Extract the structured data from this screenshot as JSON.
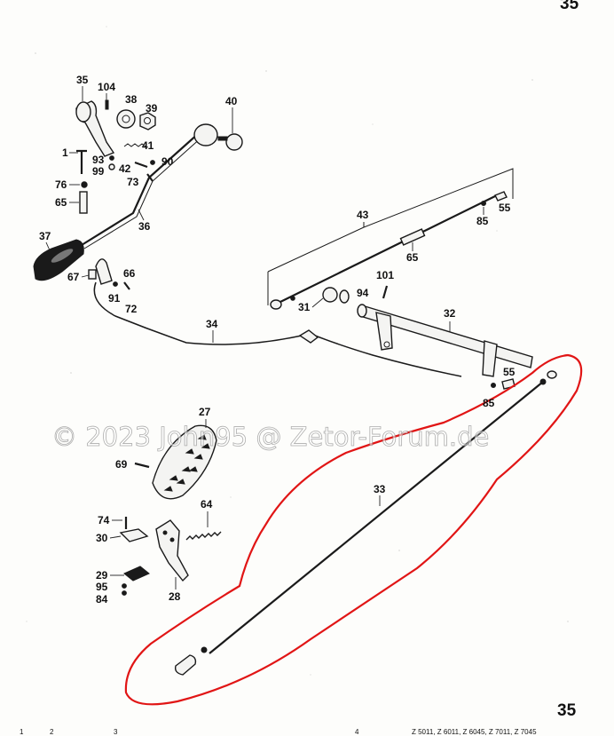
{
  "page_number_top": "35",
  "page_number_bottom": "35",
  "watermark": "© 2023 John95 @ Zetor-Forum.de",
  "footer": {
    "col1": "1",
    "col2": "2",
    "col3": "3",
    "col4": "4",
    "models": "Z 5011, Z 6011, Z 6045, Z 7011, Z 7045"
  },
  "callouts": {
    "p35": "35",
    "p104": "104",
    "p38": "38",
    "p39": "39",
    "p40": "40",
    "p1": "1",
    "p41": "41",
    "p93": "93",
    "p99": "99",
    "p42": "42",
    "p90": "90",
    "p76": "76",
    "p73": "73",
    "p65a": "65",
    "p36": "36",
    "p37": "37",
    "p67": "67",
    "p66": "66",
    "p91": "91",
    "p72": "72",
    "p43": "43",
    "p85a": "85",
    "p55a": "55",
    "p65b": "65",
    "p101": "101",
    "p31": "31",
    "p94": "94",
    "p32": "32",
    "p34": "34",
    "p55b": "55",
    "p85b": "85",
    "p27": "27",
    "p69": "69",
    "p33": "33",
    "p64": "64",
    "p74": "74",
    "p30": "30",
    "p29": "29",
    "p95": "95",
    "p84": "84",
    "p28": "28"
  },
  "colors": {
    "highlight": "#e11515",
    "ink": "#1a1a1a",
    "paper": "#fdfdfb"
  }
}
